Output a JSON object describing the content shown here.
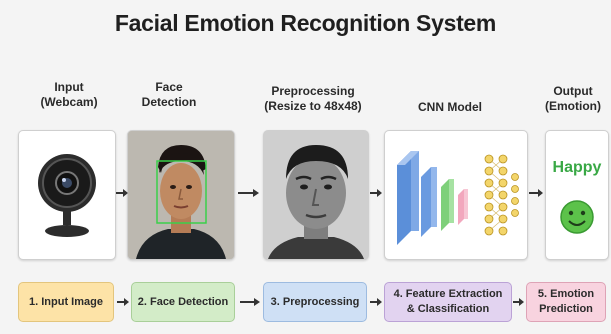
{
  "title": "Facial Emotion Recognition System",
  "stages": [
    {
      "caption": "Input\n(Webcam)"
    },
    {
      "caption": "Face\nDetection"
    },
    {
      "caption": "Preprocessing\n(Resize to 48x48)"
    },
    {
      "caption": "CNN Model"
    },
    {
      "caption": "Output\n(Emotion)"
    }
  ],
  "output": {
    "emotion": "Happy"
  },
  "steps": [
    {
      "label": "1. Input Image",
      "color": "#fde3a7"
    },
    {
      "label": "2. Face Detection",
      "color": "#d3ecc8"
    },
    {
      "label": "3. Preprocessing",
      "color": "#cfe0f5"
    },
    {
      "label": "4. Feature Extraction\n& Classification",
      "color": "#e2d3f0"
    },
    {
      "label": "5. Emotion\nPrediction",
      "color": "#f8d3df"
    }
  ],
  "icons": [
    "webcam-icon",
    "face-photo",
    "grayscale-face-photo",
    "cnn-diagram",
    "smiley-icon"
  ]
}
